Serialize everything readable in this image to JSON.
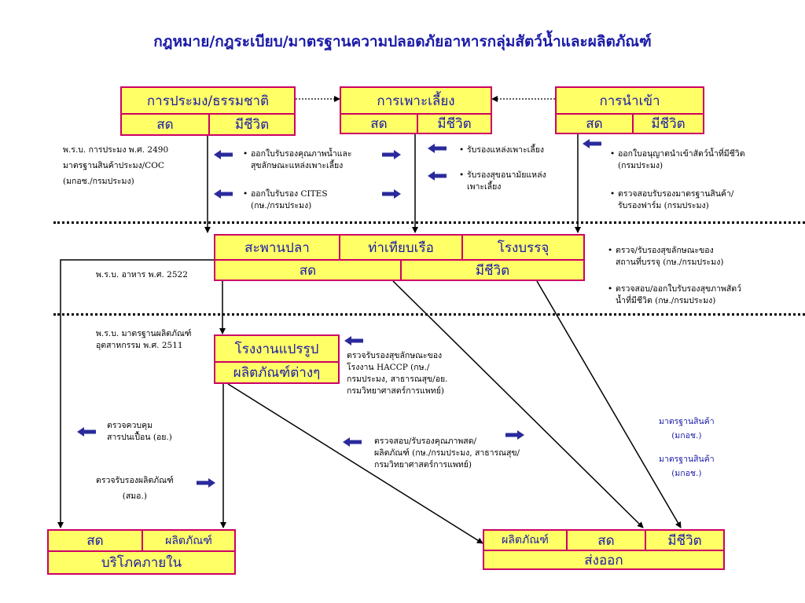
{
  "title": "กฎหมาย/กฎระเบียบ/มาตรฐานความปลอดภัยอาหารกลุ่มสัตว์น้ำและผลิตภัณฑ์",
  "boxes": {
    "fishing": {
      "header": "การประมง/ธรรมชาติ",
      "left": "สด",
      "right": "มีชีวิต"
    },
    "culture": {
      "header": "การเพาะเลี้ยง",
      "left": "สด",
      "right": "มีชีวิต"
    },
    "import": {
      "header": "การนำเข้า",
      "left": "สด",
      "right": "มีชีวิต"
    },
    "landing": {
      "c1": "สะพานปลา",
      "c2": "ท่าเทียบเรือ",
      "c3": "โรงบรรจุ",
      "left": "สด",
      "right": "มีชีวิต"
    },
    "factory": {
      "line1": "โรงงานแปรรูป",
      "line2": "ผลิตภัณฑ์ต่างๆ"
    },
    "domestic": {
      "left": "สด",
      "right": "ผลิตภัณฑ์",
      "bottom": "บริโภคภายใน"
    },
    "export": {
      "c1": "ผลิตภัณฑ์",
      "c2": "สด",
      "c3": "มีชีวิต",
      "bottom": "ส่งออก"
    }
  },
  "notes": {
    "fish_act": [
      "พ.ร.บ. การประมง พ.ศ. 2490",
      "มาตรฐานสินค้าประมง/COC",
      "(มกอช./กรมประมง)"
    ],
    "food_act": "พ.ร.บ. อาหาร พ.ศ. 2522",
    "industry_act": [
      "พ.ร.บ. มาตรฐานผลิตภัณฑ์",
      "อุตสาหกรรม พ.ศ. 2511"
    ],
    "contam": [
      "ตรวจควบคุม",
      "สารปนเปื้อน (อย.)"
    ],
    "tisi": [
      "ตรวจรับรองผลิตภัณฑ์",
      "(สมอ.)"
    ],
    "haccp": [
      "ตรวจรับรองสุขลักษณะของ",
      "โรงงาน HACCP (กษ./",
      "กรมประมง, สาธารณสุข/อย.",
      "กรมวิทยาศาสตร์การแพทย์)"
    ],
    "quality": [
      "ตรวจสอบ/รับรองคุณภาพสด/",
      "ผลิตภัณฑ์ (กษ./กรมประมง, สาธารณสุข/",
      "กรมวิทยาศาสตร์การแพทย์)"
    ],
    "std1": [
      "มาตรฐานสินค้า",
      "(มกอช.)"
    ],
    "std2": [
      "มาตรฐานสินค้า",
      "(มกอช.)"
    ]
  },
  "bullets": {
    "b1": [
      "ออกใบรับรองคุณภาพน้ำและ",
      "สุขลักษณะแหล่งเพาะเลี้ยง"
    ],
    "b2": [
      "ออกใบรับรอง CITES",
      "(กษ./กรมประมง)"
    ],
    "b3": [
      "รับรองแหล่งเพาะเลี้ยง"
    ],
    "b4": [
      "รับรองสุขอนามัยแหล่ง",
      "เพาะเลี้ยง"
    ],
    "b5": [
      "ออกใบอนุญาตนำเข้าสัตว์น้ำที่มีชีวิต",
      "(กรมประมง)"
    ],
    "b6": [
      "ตรวจสอบรับรองมาตรฐานสินค้า/",
      "รับรองฟาร์ม (กรมประมง)"
    ],
    "b7": [
      "ตรวจ/รับรองสุขลักษณะของ",
      "สถานที่บรรจุ (กษ./กรมประมง)"
    ],
    "b8": [
      "ตรวจสอบ/ออกใบรับรองสุขภาพสัตว์",
      "น้ำที่มีชีวิต (กษ./กรมประมง)"
    ]
  },
  "colors": {
    "box_fill": "#ffff66",
    "box_border": "#cc0066",
    "text_blue": "#1a1aa8",
    "arrow_blue": "#2a2a9c"
  }
}
